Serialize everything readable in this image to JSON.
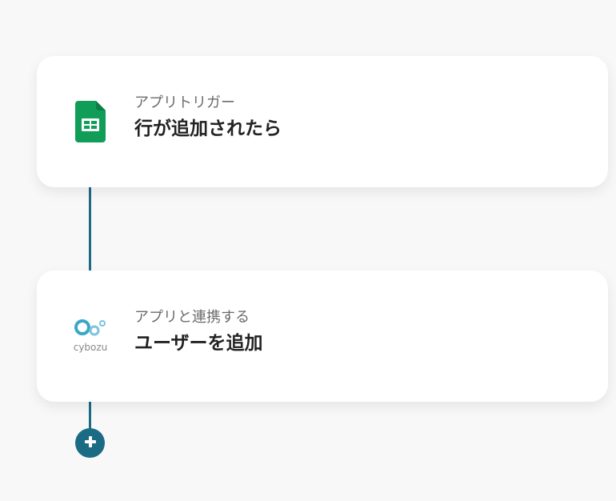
{
  "flow": {
    "trigger": {
      "kind_label": "アプリトリガー",
      "title": "行が追加されたら",
      "icon": "google-sheets-icon",
      "icon_color": "#0f9d58"
    },
    "action": {
      "kind_label": "アプリと連携する",
      "title": "ユーザーを追加",
      "icon": "cybozu-logo",
      "logo_text": "cybozu",
      "logo_color": "#3ba7c6"
    },
    "add_button": {
      "icon": "plus-icon",
      "color": "#1b6b85"
    }
  }
}
